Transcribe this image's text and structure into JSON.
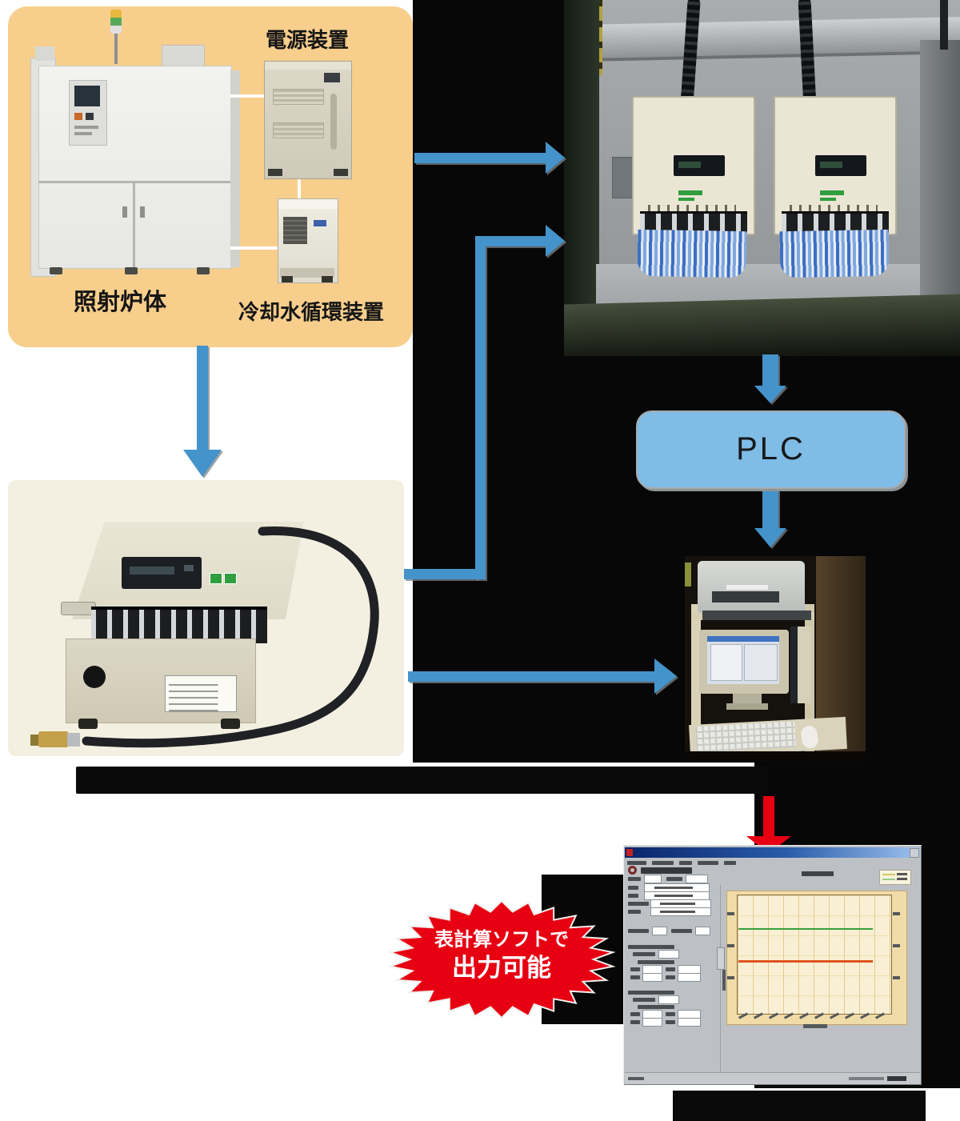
{
  "diagram": {
    "equipment_labels": {
      "power_supply": "電源装置",
      "furnace": "照射炉体",
      "coolant": "冷却水循環装置"
    },
    "plc": {
      "label": "PLC"
    },
    "badge": {
      "line1": "表計算ソフトで",
      "line2": "出力可能"
    }
  },
  "colors": {
    "page_bg": "#FFFFFF",
    "black_region": "#070707",
    "panel_orange": "#F7CE8C",
    "panel_cream": "#F3F0E2",
    "arrow_blue": "#4493CB",
    "plc_fill": "#7FBCE6",
    "badge_red": "#E60012",
    "chart_line_green": "#35A23C",
    "chart_line_orange": "#E0531F"
  },
  "chart_data": {
    "type": "line",
    "context": "trend chart inside software screenshot window",
    "title": "",
    "xlabel": "",
    "ylabel": "",
    "tick_labels_legible": false,
    "x_tick_count": 10,
    "y_tick_count": 3,
    "grid": true,
    "legend_position": "top-right",
    "series": [
      {
        "name": "upper-flat-line",
        "color": "#35A23C",
        "level_fraction_from_top": 0.3
      },
      {
        "name": "lower-flat-line",
        "color": "#E0531F",
        "level_fraction_from_top": 0.57
      }
    ]
  }
}
